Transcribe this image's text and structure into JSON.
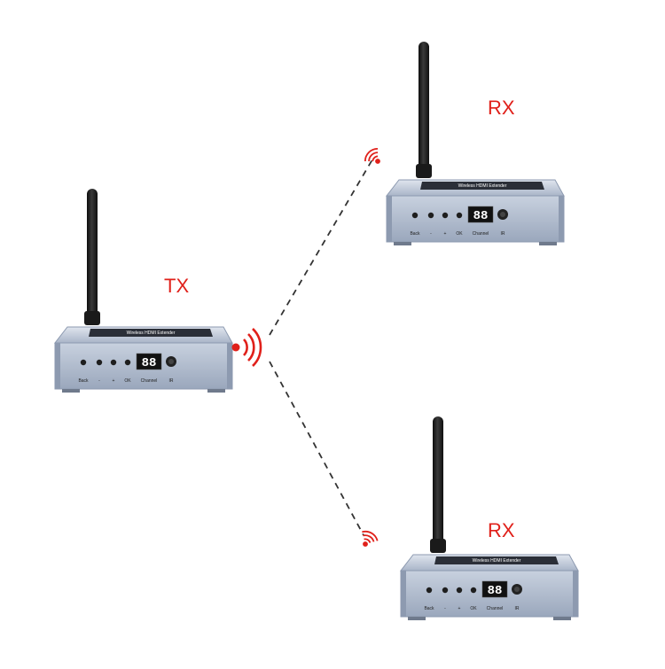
{
  "labels": {
    "tx": "TX",
    "rx_top": "RX",
    "rx_bottom": "RX"
  },
  "device": {
    "brand": "",
    "model_text": "Wireless HDMI Extender",
    "buttons": [
      "Back",
      "-",
      "+",
      "OK"
    ],
    "display": "88",
    "display_label": "Channel",
    "ir_label": "IR"
  },
  "colors": {
    "signal": "#e0201a",
    "label": "#e0201a",
    "case": "#b9c4d6",
    "case_dark": "#8d9ab0",
    "antenna": "#1f1f1f",
    "display_bg": "#111111",
    "display_digits": "#ffffff",
    "link_line": "#333333"
  },
  "icons": [
    "wifi-signal-icon",
    "antenna"
  ]
}
